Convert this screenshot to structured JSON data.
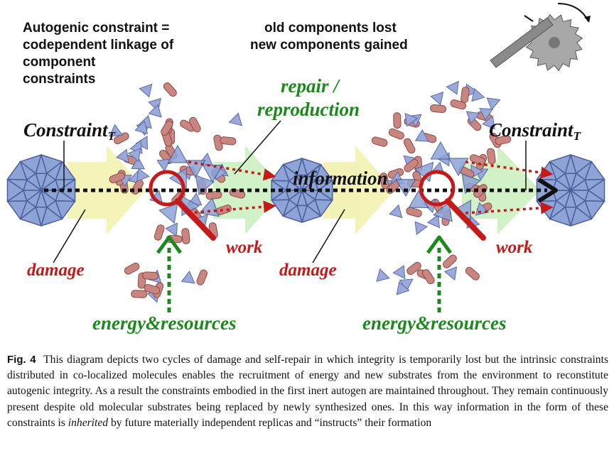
{
  "diagram": {
    "autogenic_label": [
      "Autogenic constraint =",
      "codependent linkage of",
      "component",
      "constraints"
    ],
    "turnover_label": [
      "old components lost",
      "new components gained"
    ],
    "repair_label": [
      "repair /",
      "reproduction"
    ],
    "constraint_left": "Constraint",
    "constraint_right": "Constraint",
    "constraint_sub": "T",
    "information_label": "information",
    "damage_label": "damage",
    "work_label": "work",
    "energy_label": "energy&resources",
    "colors": {
      "capsid": "#8ea3d6",
      "capsid_edge": "#4a5f9c",
      "fragment_red": "#c98580",
      "fragment_blue": "#9aa9d9",
      "arrow_yellow": "#f0f0a0",
      "arrow_green": "#c2eeb4",
      "red": "#c41a1a",
      "green": "#1a8a1a"
    }
  },
  "caption": {
    "fig": "Fig. 4",
    "part1": "This diagram depicts two cycles of damage and self-repair in which integrity is temporarily lost but the intrinsic constraints distributed in co-localized molecules enables the recruitment of energy and new substrates from the environment to reconstitute autogenic integrity. As a result the constraints embodied in the first inert autogen are maintained throughout. They remain continuously present despite old molecular substrates being replaced by newly synthesized ones. In this way information in the form of these constraints is ",
    "inherited": "inherited",
    "part2": " by future materially independent replicas and “instructs” their formation"
  }
}
